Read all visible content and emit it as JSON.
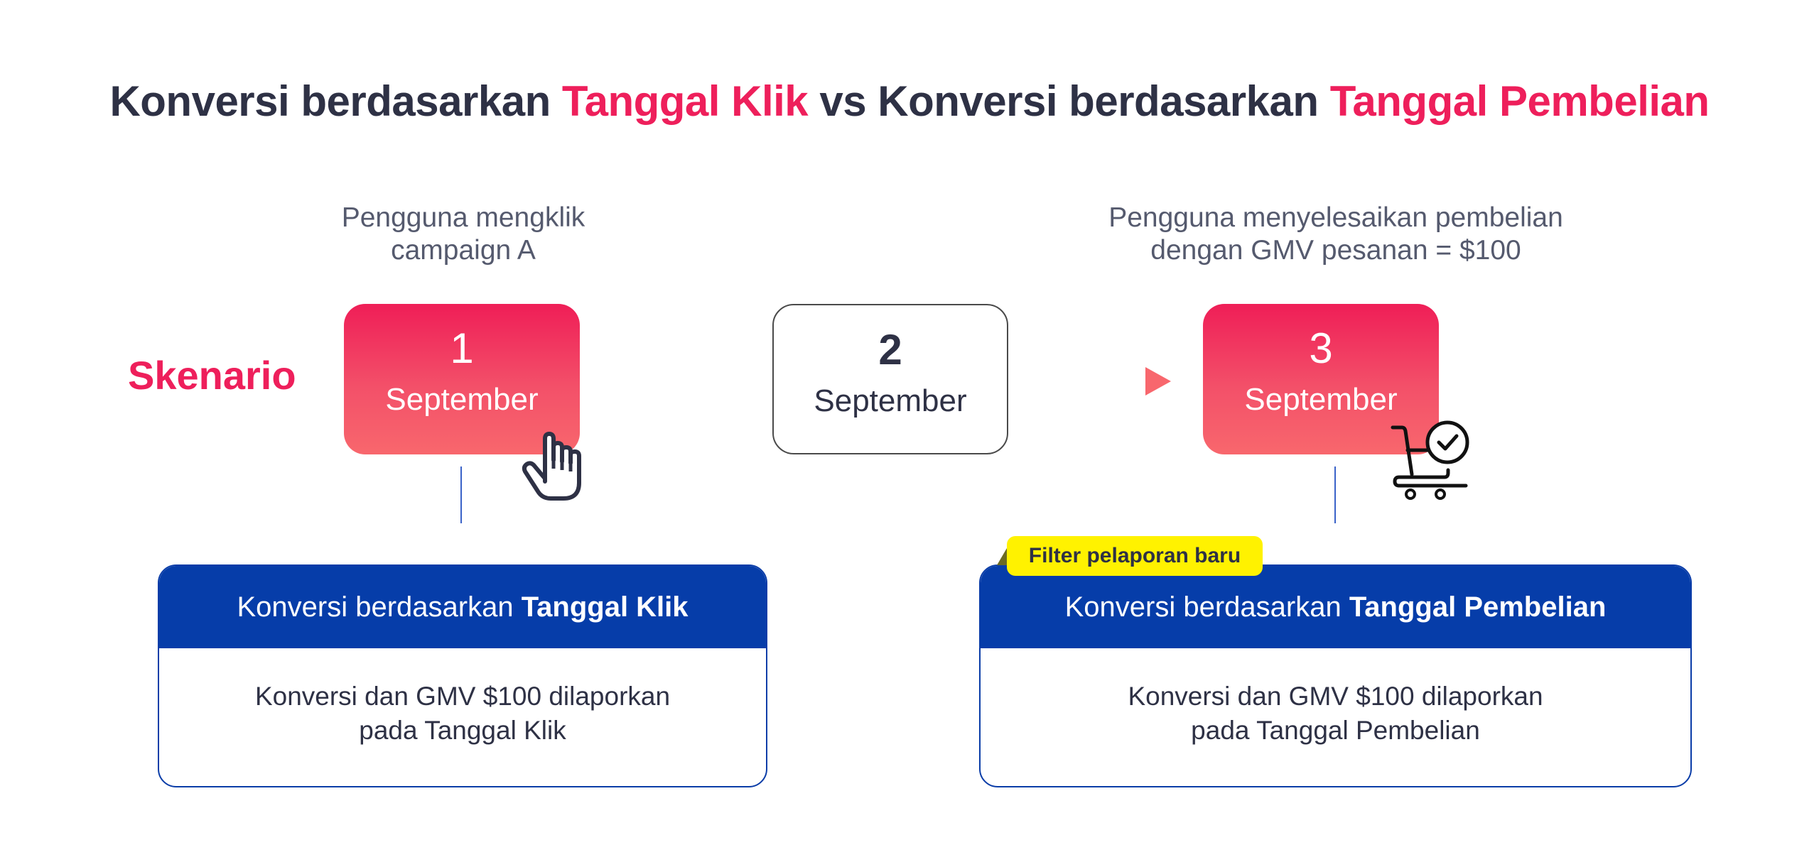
{
  "title": {
    "part1": "Konversi berdasarkan ",
    "highlight1": "Tanggal Klik",
    "part2": " vs Konversi berdasarkan ",
    "highlight2": "Tanggal Pembelian"
  },
  "colors": {
    "accent_pink": "#EE1F5B",
    "dark_text": "#2E3145",
    "header_blue": "#063DA9",
    "badge_yellow": "#FFF200"
  },
  "scenario": {
    "label": "Skenario",
    "left_caption": [
      "Pengguna mengklik",
      "campaign A"
    ],
    "right_caption": [
      "Pengguna menyelesaikan pembelian",
      "dengan GMV pesanan = $100"
    ],
    "dates": [
      {
        "day": "1",
        "month": "September",
        "style": "highlight",
        "icon": "hand-pointer-icon"
      },
      {
        "day": "2",
        "month": "September",
        "style": "plain"
      },
      {
        "day": "3",
        "month": "September",
        "style": "highlight",
        "icon": "cart-check-icon"
      }
    ]
  },
  "cards": [
    {
      "header_normal": "Konversi berdasarkan ",
      "header_bold": "Tanggal Klik",
      "body": [
        "Konversi dan GMV $100 dilaporkan",
        "pada Tanggal Klik"
      ]
    },
    {
      "badge": "Filter pelaporan baru",
      "header_normal": "Konversi berdasarkan ",
      "header_bold": "Tanggal Pembelian",
      "body": [
        "Konversi dan GMV $100 dilaporkan",
        "pada Tanggal Pembelian"
      ]
    }
  ]
}
